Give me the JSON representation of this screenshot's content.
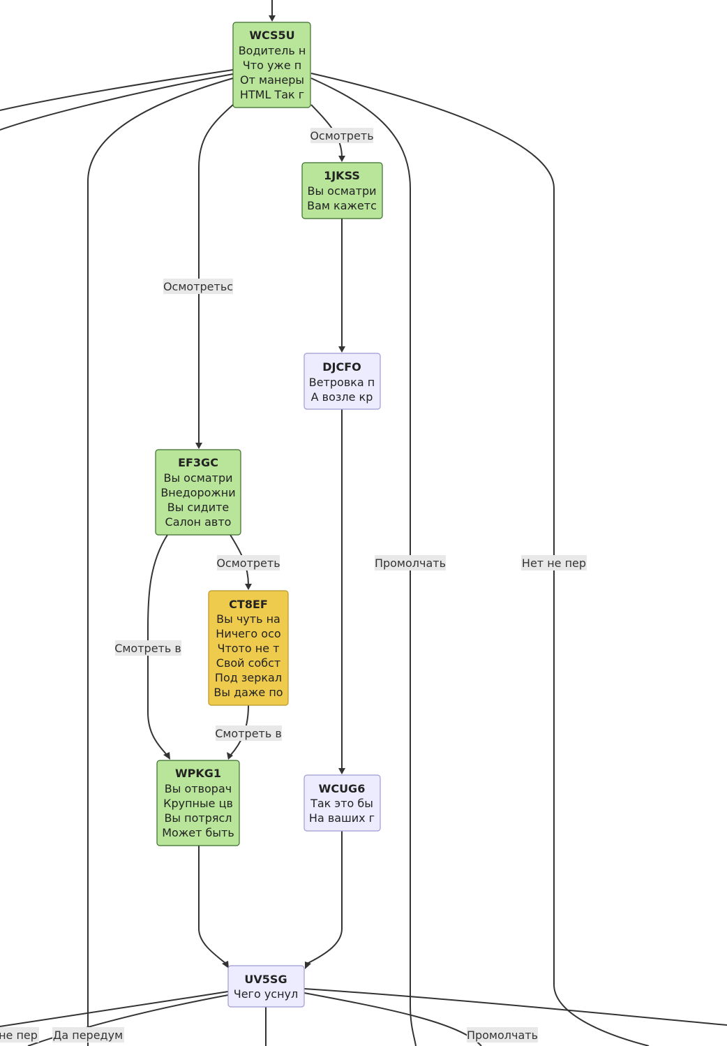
{
  "nodes": {
    "wcs5u": {
      "title": "WCS5U",
      "lines": [
        "Водитель н",
        "Что уже п",
        "От манеры",
        "HTML Так г"
      ]
    },
    "k1jkss": {
      "title": "1JKSS",
      "lines": [
        "Вы осматри",
        "Вам кажетс"
      ]
    },
    "djcfo": {
      "title": "DJCFO",
      "lines": [
        "Ветровка п",
        "А возле кр"
      ]
    },
    "ef3gc": {
      "title": "EF3GC",
      "lines": [
        "Вы осматри",
        "Внедорожни",
        "Вы сидите",
        "Салон авто"
      ]
    },
    "ct8ef": {
      "title": "CT8EF",
      "lines": [
        "Вы чуть на",
        "Ничего осо",
        "Чтото не т",
        "Свой собст",
        "Под зеркал",
        "Вы даже по"
      ]
    },
    "wpkg1": {
      "title": "WPKG1",
      "lines": [
        "Вы отворач",
        "Крупные цв",
        "Вы потрясл",
        "Может быть"
      ]
    },
    "wcug6": {
      "title": "WCUG6",
      "lines": [
        "Так это бы",
        "На ваших г"
      ]
    },
    "uv5sg": {
      "title": "UV5SG",
      "lines": [
        "Чего уснул"
      ]
    }
  },
  "edge_labels": {
    "osmotret_1": "Осмотреть",
    "osmotretsya": "Осмотретьс",
    "promolchat_1": "Промолчать",
    "net_ne_per": "Нет не пер",
    "osmotret_2": "Осмотреть",
    "smotret_v_1": "Смотреть в",
    "smotret_v_2": "Смотреть в",
    "ne_per": "не пер",
    "da_peredum": "Да передум",
    "promolchat_2": "Промолчать"
  }
}
